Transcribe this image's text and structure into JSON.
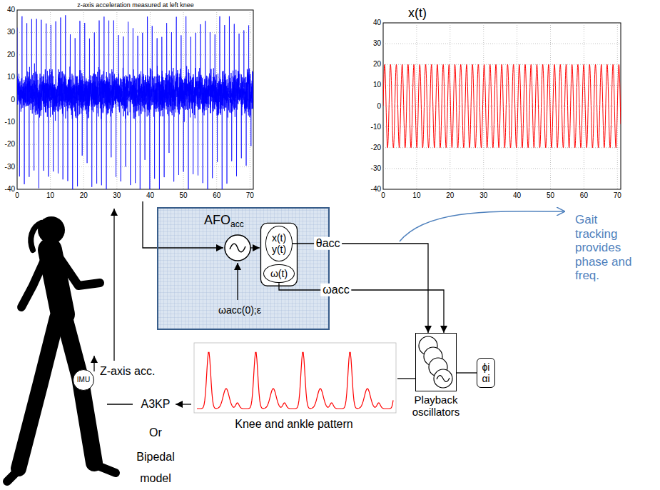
{
  "diagram": {
    "nodes": [
      {
        "text": [
          "AFO",
          "acc"
        ]
      },
      {
        "text": [
          "x(t)",
          "y(t)"
        ],
        "in": 0
      },
      {
        "text": [
          "ω(t)"
        ],
        "in": 0
      },
      {
        "text": [
          "Playback oscillators"
        ]
      },
      {
        "text": [
          "ϕi",
          "αi"
        ]
      },
      {
        "text": [
          "IMU"
        ]
      }
    ],
    "edges": [
      {
        "from": 1,
        "to": 3,
        "arrow": "to",
        "label": "θacc"
      },
      {
        "from": 2,
        "to": 3,
        "arrow": "to",
        "label": "ωacc"
      },
      {
        "from": 4,
        "to": 3,
        "arrow": "none"
      }
    ],
    "labels": [
      "z-axis acceleration measured at left knee",
      "40",
      "30",
      "20",
      "10",
      "0",
      "-10",
      "-20",
      "-30",
      "-40",
      "0",
      "10",
      "20",
      "30",
      "40",
      "50",
      "60",
      "70",
      "x(t)",
      "40",
      "30",
      "20",
      "10",
      "0",
      "-10",
      "-20",
      "-30",
      "-40",
      "0",
      "10",
      "20",
      "30",
      "40",
      "50",
      "60",
      "70",
      "ωacc(0);ε",
      "Gait tracking provides phase and freq.",
      "Z-axis acc.",
      "A3KP",
      "Or",
      "Bipedal",
      "model",
      "Knee and ankle pattern"
    ]
  }
}
